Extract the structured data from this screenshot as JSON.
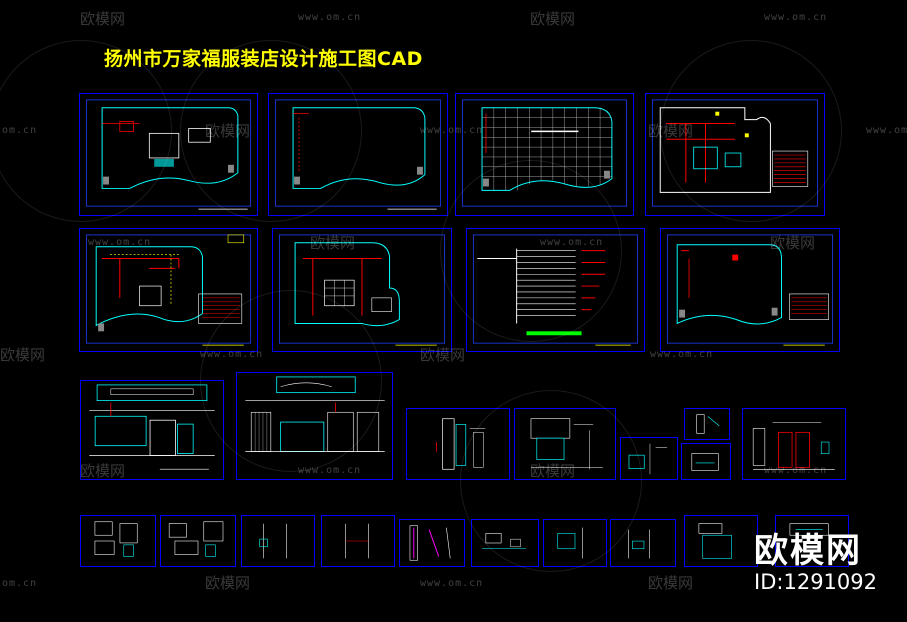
{
  "title": "扬州市万家福服装店设计施工图CAD",
  "watermark": {
    "brand": "欧模网",
    "url": "www.om.cn",
    "url_short": "om.cn"
  },
  "badge": {
    "name": "欧模网",
    "id": "ID:1291092"
  },
  "colors": {
    "background": "#000000",
    "frame": "#0000ff",
    "title": "#ffff00",
    "line_cyan": "#00ffff",
    "line_red": "#ff0000",
    "line_white": "#ffffff",
    "line_yellow": "#ffff00",
    "line_green": "#00ff00"
  }
}
